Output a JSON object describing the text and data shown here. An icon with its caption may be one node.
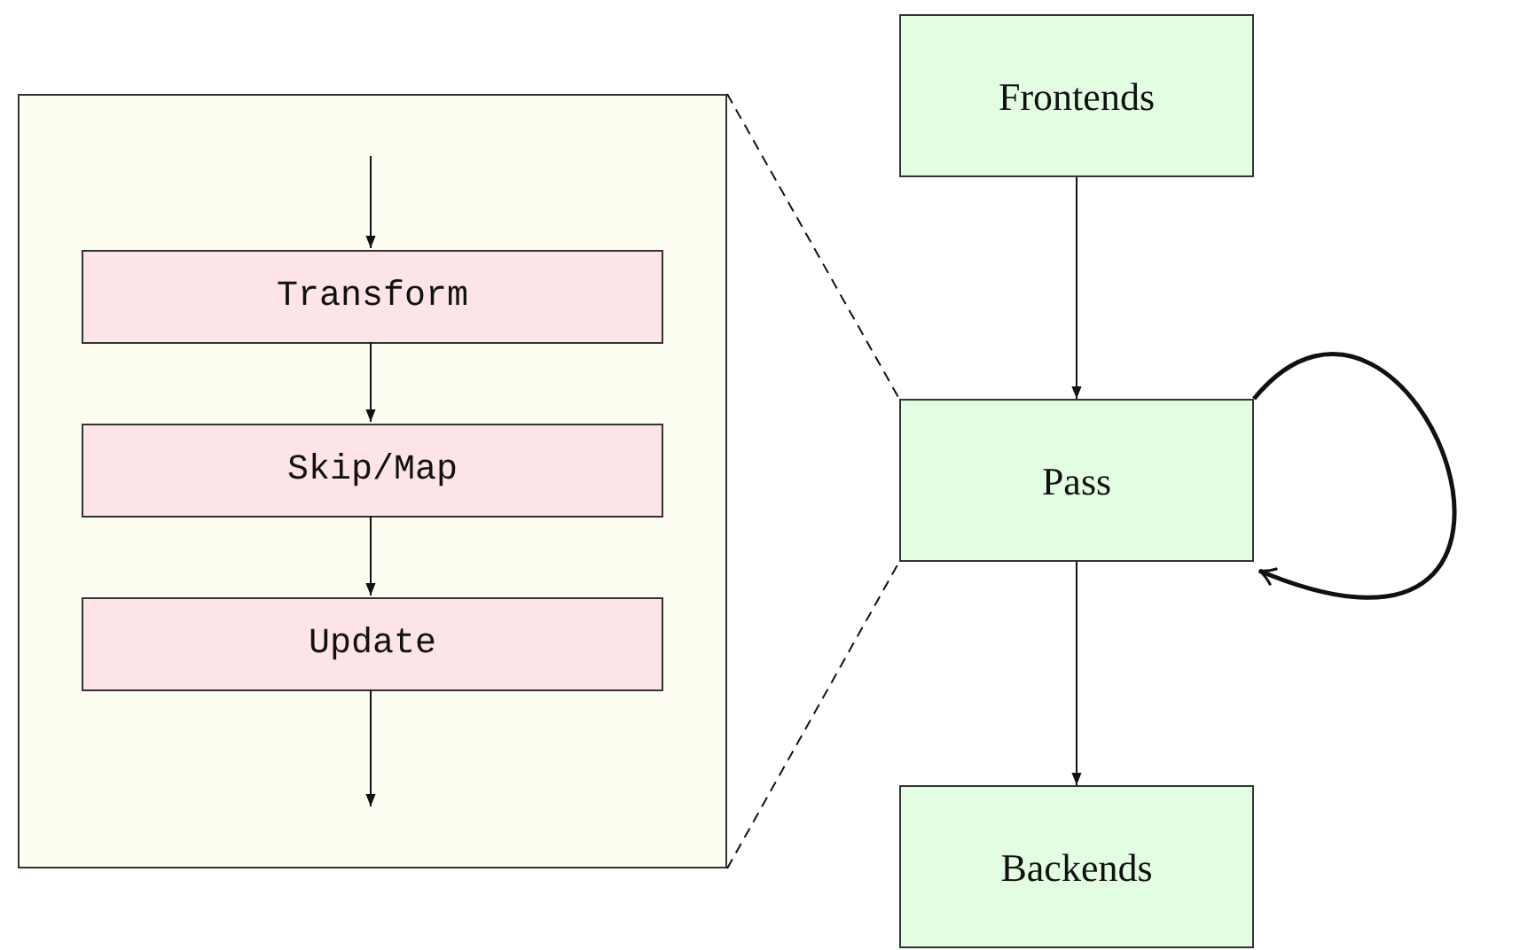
{
  "diagram": {
    "nodes": [
      {
        "text": [],
        "shape": "box"
      },
      {
        "text": [
          "Transform"
        ],
        "in": 0
      },
      {
        "text": [
          "Skip/Map"
        ],
        "in": 0
      },
      {
        "text": [
          "Update"
        ],
        "in": 0
      },
      {
        "text": [
          "Frontends"
        ]
      },
      {
        "text": [
          "Pass"
        ]
      },
      {
        "text": [
          "Backends"
        ]
      }
    ],
    "edges": [
      {
        "from": null,
        "to": 1,
        "arrow": "to"
      },
      {
        "from": 1,
        "to": 2,
        "arrow": "to"
      },
      {
        "from": 2,
        "to": 3,
        "arrow": "to"
      },
      {
        "from": 3,
        "to": null,
        "arrow": "to"
      },
      {
        "from": 4,
        "to": 5,
        "arrow": "to"
      },
      {
        "from": 5,
        "to": 6,
        "arrow": "to"
      },
      {
        "from": 5,
        "to": 5,
        "arrow": "to",
        "style": "thick"
      },
      {
        "from": 0,
        "to": 5,
        "arrow": "none",
        "style": "dashed"
      },
      {
        "from": 0,
        "to": 5,
        "arrow": "none",
        "style": "dashed"
      }
    ]
  }
}
